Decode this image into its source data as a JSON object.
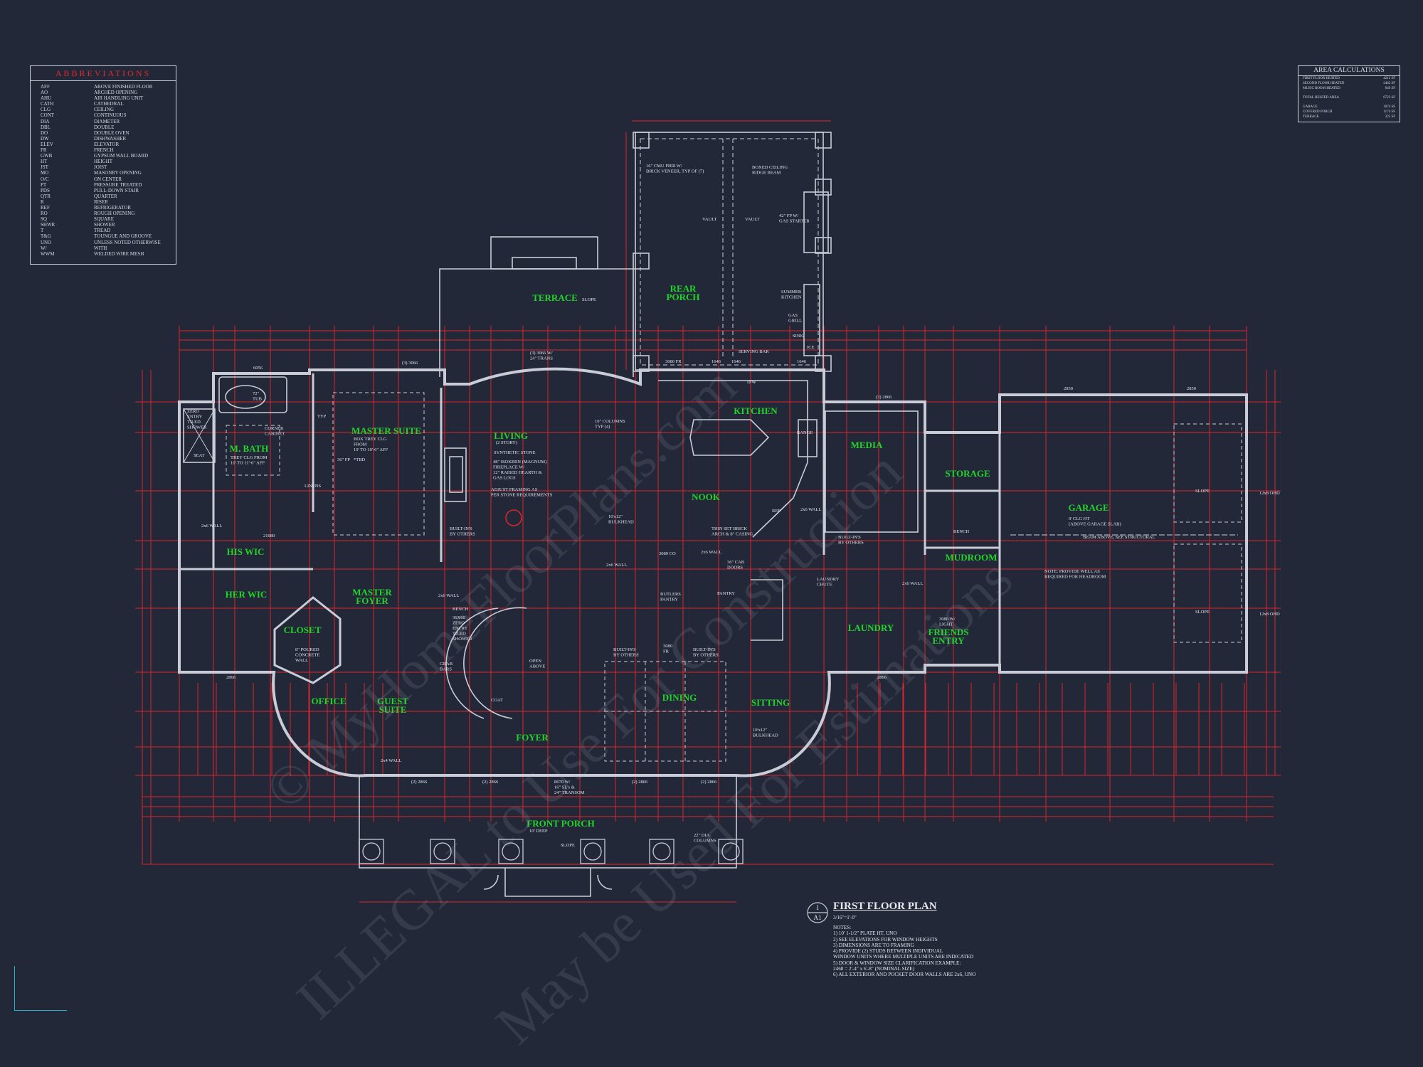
{
  "abbreviations": {
    "title": "ABBREVIATIONS",
    "items": [
      {
        "code": "AFF",
        "meaning": "ABOVE FINISHED FLOOR"
      },
      {
        "code": "AO",
        "meaning": "ARCHED OPENING"
      },
      {
        "code": "AHU",
        "meaning": "AIR HANDLING UNIT"
      },
      {
        "code": "CATH",
        "meaning": "CATHEDRAL"
      },
      {
        "code": "CLG",
        "meaning": "CEILING"
      },
      {
        "code": "CONT",
        "meaning": "CONTINUOUS"
      },
      {
        "code": "DIA",
        "meaning": "DIAMETER"
      },
      {
        "code": "DBL",
        "meaning": "DOUBLE"
      },
      {
        "code": "DO",
        "meaning": "DOUBLE OVEN"
      },
      {
        "code": "DW",
        "meaning": "DISHWASHER"
      },
      {
        "code": "ELEV",
        "meaning": "ELEVATOR"
      },
      {
        "code": "FR",
        "meaning": "FRENCH"
      },
      {
        "code": "GWB",
        "meaning": "GYPSUM WALL BOARD"
      },
      {
        "code": "HT",
        "meaning": "HEIGHT"
      },
      {
        "code": "JST",
        "meaning": "JOIST"
      },
      {
        "code": "MO",
        "meaning": "MASONRY OPENING"
      },
      {
        "code": "O/C",
        "meaning": "ON CENTER"
      },
      {
        "code": "PT",
        "meaning": "PRESSURE TREATED"
      },
      {
        "code": "PDS",
        "meaning": "PULL-DOWN STAIR"
      },
      {
        "code": "QTR",
        "meaning": "QUARTER"
      },
      {
        "code": "R",
        "meaning": "RISER"
      },
      {
        "code": "REF",
        "meaning": "REFRIGERATOR"
      },
      {
        "code": "RO",
        "meaning": "ROUGH OPENING"
      },
      {
        "code": "SQ",
        "meaning": "SQUARE"
      },
      {
        "code": "SHWR",
        "meaning": "SHOWER"
      },
      {
        "code": "T",
        "meaning": "TREAD"
      },
      {
        "code": "T&G",
        "meaning": "TOUNGUE AND GROOVE"
      },
      {
        "code": "UNO",
        "meaning": "UNLESS NOTED OTHERWISE"
      },
      {
        "code": "W/",
        "meaning": "WITH"
      },
      {
        "code": "WWM",
        "meaning": "WELDED WIRE MESH"
      }
    ]
  },
  "area_calculations": {
    "title": "AREA CALCULATIONS",
    "heated": [
      {
        "label": "FIRST FLOOR HEATED",
        "value": "4212 SF"
      },
      {
        "label": "SECOND FLOOR HEATED",
        "value": "2462 SF"
      },
      {
        "label": "MUSIC ROOM HEATED",
        "value": "049 SF"
      }
    ],
    "total": {
      "label": "TOTAL HEATED AREA",
      "value": "6723 SF"
    },
    "other": [
      {
        "label": "GARAGE",
        "value": "1074 SF"
      },
      {
        "label": "COVERED PORCH",
        "value": "1174 SF"
      },
      {
        "label": "TERRACE",
        "value": "325 SF"
      }
    ]
  },
  "rooms": [
    {
      "id": "terrace",
      "label": "TERRACE"
    },
    {
      "id": "rear-porch",
      "label": "REAR\nPORCH"
    },
    {
      "id": "kitchen",
      "label": "KITCHEN"
    },
    {
      "id": "media",
      "label": "MEDIA"
    },
    {
      "id": "storage",
      "label": "STORAGE"
    },
    {
      "id": "garage",
      "label": "GARAGE"
    },
    {
      "id": "master-suite",
      "label": "MASTER SUITE"
    },
    {
      "id": "m-bath",
      "label": "M. BATH"
    },
    {
      "id": "living",
      "label": "LIVING"
    },
    {
      "id": "nook",
      "label": "NOOK"
    },
    {
      "id": "mudroom",
      "label": "MUDROOM"
    },
    {
      "id": "his-wic",
      "label": "HIS WIC"
    },
    {
      "id": "her-wic",
      "label": "HER WIC"
    },
    {
      "id": "master-foyer",
      "label": "MASTER\nFOYER"
    },
    {
      "id": "closet",
      "label": "CLOSET"
    },
    {
      "id": "laundry",
      "label": "LAUNDRY"
    },
    {
      "id": "friends-entry",
      "label": "FRIENDS\nENTRY"
    },
    {
      "id": "office",
      "label": "OFFICE"
    },
    {
      "id": "guest-suite",
      "label": "GUEST\nSUITE"
    },
    {
      "id": "dining",
      "label": "DINING"
    },
    {
      "id": "sitting",
      "label": "SITTING"
    },
    {
      "id": "foyer",
      "label": "FOYER"
    },
    {
      "id": "front-porch",
      "label": "FRONT PORCH"
    }
  ],
  "notes": [
    {
      "id": "cmu-pier",
      "text": "16\" CMU PIER W/\nBRICK VENEER, TYP OF (7)"
    },
    {
      "id": "boxed-ceiling",
      "text": "BOXED CEILING\nRIDGE BEAM"
    },
    {
      "id": "vault-1",
      "text": "VAULT"
    },
    {
      "id": "vault-2",
      "text": "VAULT"
    },
    {
      "id": "fireplace-rear",
      "text": "42\" FP W/\nGAS STARTER"
    },
    {
      "id": "summer-kitchen",
      "text": "SUMMER\nKITCHEN"
    },
    {
      "id": "gas-grill",
      "text": "GAS\nGRILL"
    },
    {
      "id": "sink",
      "text": "SINK"
    },
    {
      "id": "ice",
      "text": "ICE"
    },
    {
      "id": "serving-bar",
      "text": "SERVING BAR"
    },
    {
      "id": "trans-window",
      "text": "(3) 3066 W/\n24\" TRANS"
    },
    {
      "id": "door-3080fr-rear",
      "text": "3080 FR"
    },
    {
      "id": "door-1646a",
      "text": "1646"
    },
    {
      "id": "door-1646b",
      "text": "1646"
    },
    {
      "id": "door-1646c",
      "text": "1646"
    },
    {
      "id": "dw",
      "text": "D/W"
    },
    {
      "id": "window-3066",
      "text": "(3) 3066"
    },
    {
      "id": "window-6056",
      "text": "6056"
    },
    {
      "id": "window-2866-media",
      "text": "(3) 2866"
    },
    {
      "id": "window-2850a",
      "text": "2850"
    },
    {
      "id": "window-2850b",
      "text": "2850"
    },
    {
      "id": "tub",
      "text": "72\"\nTUB"
    },
    {
      "id": "zero-entry",
      "text": "ZERO\nENTRY\nTILED\nSHOWER"
    },
    {
      "id": "seat",
      "text": "SEAT"
    },
    {
      "id": "corner-cabinet",
      "text": "CORNER\nCABINET"
    },
    {
      "id": "typ",
      "text": "TYP"
    },
    {
      "id": "mbath-clg",
      "text": "TREY CLG FROM\n10' TO 11'-6\" AFF"
    },
    {
      "id": "suite-clg",
      "text": "BOX TREY CLG\nFROM\n10' TO 10'-6\" AFF"
    },
    {
      "id": "tbd",
      "text": "*TBD"
    },
    {
      "id": "fp-36",
      "text": "36\" FP"
    },
    {
      "id": "linens",
      "text": "LINENS"
    },
    {
      "id": "living-story",
      "text": "(2 STORY)"
    },
    {
      "id": "synthetic-stone",
      "text": "SYNTHETIC STONE"
    },
    {
      "id": "fireplace-living",
      "text": "48\" ISOKERN (MAGNUM)\nFIREPLACE W/\n12\" RAISED  HEARTH &\nGAS LOGS"
    },
    {
      "id": "adjust-framing",
      "text": "ADJUST FRAMING AS\nPER STONE REQUIREMENTS"
    },
    {
      "id": "built-ins-living",
      "text": "BUILT-IN'S\nBY OTHERS"
    },
    {
      "id": "columns-10",
      "text": "10\" COLUMNS\nTYP (4)"
    },
    {
      "id": "bulkhead-living",
      "text": "10'x12\"\nBULKHEAD"
    },
    {
      "id": "wall-2x6-living",
      "text": "2x6 WALL"
    },
    {
      "id": "range",
      "text": "RANGE"
    },
    {
      "id": "wall-2x6-kitchen",
      "text": "2x6 WALL"
    },
    {
      "id": "ref",
      "text": "REF"
    },
    {
      "id": "thin-brick",
      "text": "THIN SET BRICK\nARCH & 8\" CASING"
    },
    {
      "id": "built-ins-media",
      "text": "BUILT-IN'S\nBY OTHERS"
    },
    {
      "id": "bench",
      "text": "BENCH"
    },
    {
      "id": "garage-clg",
      "text": "9' CLG HT\n(ABOVE GARAGE SLAB)"
    },
    {
      "id": "beam-above",
      "text": "BEAM ABOVE, SEE STRUCTURAL"
    },
    {
      "id": "headroom",
      "text": "NOTE: PROVIDE WELL AS\nREQUIRED FOR HEADROOM"
    },
    {
      "id": "slope-1",
      "text": "SLOPE"
    },
    {
      "id": "slope-2",
      "text": "SLOPE"
    },
    {
      "id": "garage-door-1",
      "text": "12x8 OHD"
    },
    {
      "id": "garage-door-2",
      "text": "12x8 OHD"
    },
    {
      "id": "wall-2x6-mbath",
      "text": "2x6 WALL"
    },
    {
      "id": "door-21080",
      "text": "21080"
    },
    {
      "id": "cab-doors",
      "text": "36\" CAB\nDOORS"
    },
    {
      "id": "butlers",
      "text": "BUTLERS\nPANTRY"
    },
    {
      "id": "pantry",
      "text": "PANTRY"
    },
    {
      "id": "laundry-chute",
      "text": "LAUNDRY\nCHUTE"
    },
    {
      "id": "wall-2x6-laundry",
      "text": "2x6 WALL"
    },
    {
      "id": "door-3080co",
      "text": "3080 CO"
    },
    {
      "id": "wall-2x6-pantry",
      "text": "2x6 WALL"
    },
    {
      "id": "bench-bath",
      "text": "BENCH"
    },
    {
      "id": "wall-2x6-guest",
      "text": "2x6 WALL"
    },
    {
      "id": "shower-guest",
      "text": "36X60\nZERO\nENTRY\nTILED\nSHOWER"
    },
    {
      "id": "grab-bars",
      "text": "GRAB\nBARS"
    },
    {
      "id": "open-above",
      "text": "OPEN\nABOVE"
    },
    {
      "id": "coat",
      "text": "COAT"
    },
    {
      "id": "poured-wall",
      "text": "8\" POURED\nCONCRETE\nWALL"
    },
    {
      "id": "built-ins-dining-1",
      "text": "BUILT-IN'S\nBY OTHERS"
    },
    {
      "id": "built-ins-dining-2",
      "text": "BUILT-IN'S\nBY OTHERS"
    },
    {
      "id": "door-3080fr-dining",
      "text": "3080\nFR"
    },
    {
      "id": "light",
      "text": "3080 W/\nLIGHT"
    },
    {
      "id": "bulkhead-sitting",
      "text": "10'x12\"\nBULKHEAD"
    },
    {
      "id": "wall-2x4",
      "text": "2x4 WALL"
    },
    {
      "id": "window-2866a",
      "text": "(2) 2866"
    },
    {
      "id": "window-2866b",
      "text": "(2) 2866"
    },
    {
      "id": "window-2866c",
      "text": "(2) 2866"
    },
    {
      "id": "window-2866d",
      "text": "(2) 2866"
    },
    {
      "id": "window-2866e",
      "text": "2866"
    },
    {
      "id": "window-2866f",
      "text": "2866"
    },
    {
      "id": "door-8670",
      "text": "8670 W/\n16\" SL's &\n24\" TRANSOM"
    },
    {
      "id": "porch-deep",
      "text": "10' DEEP"
    },
    {
      "id": "columns-22",
      "text": "22\" DIA\nCOLUMNS"
    },
    {
      "id": "slope-porch",
      "text": "SLOPE"
    },
    {
      "id": "slope-terrace",
      "text": "SLOPE"
    }
  ],
  "drawing_title": {
    "number": "1",
    "sheet": "A1",
    "title": "FIRST FLOOR PLAN",
    "scale": "3/16\"=1'-0\""
  },
  "general_notes": [
    "NOTES:",
    "1) 10' 1-1/2\" PLATE HT, UNO",
    "2) SEE ELEVATIONS FOR WINDOW HEIGHTS",
    "3) DIMENSIONS ARE TO FRAMING",
    "4) PROVIDE (2) STUDS BETWEEN INDIVIDUAL",
    "    WINDOW UNITS WHERE MULTIPLE UNITS ARE INDICATED",
    "5) DOOR & WINDOW SIZE CLARIFICATION EXAMPLE:",
    "    2468 = 2'-4\" x 6'-8\" (NOMINAL SIZE)",
    "6) ALL EXTERIOR AND POCKET DOOR WALLS ARE 2x6, UNO"
  ],
  "watermarks": [
    "© MyHomeFloorPlans.com",
    "ILLEGAL to Use For Construction",
    "May be Used For Estimations"
  ],
  "colors": {
    "background": "#222838",
    "walls": "#c9ccd6",
    "dimensions": "#d9252c",
    "room_labels": "#22d42a",
    "annotation": "#dfe2ea",
    "title_red": "#e02b2b",
    "corner_mark": "#2ab0c8"
  }
}
